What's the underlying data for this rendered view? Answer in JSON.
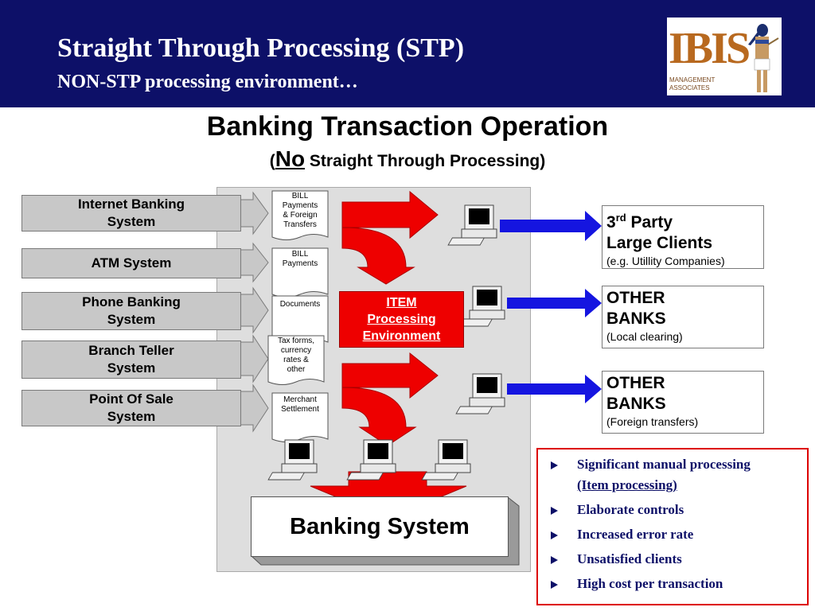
{
  "header": {
    "title": "Straight Through Processing (STP)",
    "subtitle": "NON-STP processing environment…",
    "logo": {
      "text": "IBIS",
      "line1": "MANAGEMENT",
      "line2": "ASSOCIATES"
    }
  },
  "diagram": {
    "title": "Banking Transaction Operation",
    "subtitle_open": "(",
    "subtitle_no": "No",
    "subtitle_rest": " Straight Through Processing)",
    "sources": [
      {
        "line1": "Internet Banking",
        "line2": "System"
      },
      {
        "line1": "ATM System",
        "line2": ""
      },
      {
        "line1": "Phone Banking",
        "line2": "System"
      },
      {
        "line1": "Branch Teller",
        "line2": "System"
      },
      {
        "line1": "Point Of Sale",
        "line2": "System"
      }
    ],
    "documents": [
      [
        "BILL",
        "Payments",
        "& Foreign",
        "Transfers"
      ],
      [
        "BILL",
        "Payments"
      ],
      [
        "Documents"
      ],
      [
        "Tax forms,",
        "currency",
        "rates &",
        "other"
      ],
      [
        "Merchant",
        "Settlement"
      ]
    ],
    "item_processing": {
      "line1": "ITEM",
      "line2": "Processing",
      "line3": "Environment"
    },
    "banking_system": "Banking System",
    "destinations": [
      {
        "pre": "3",
        "sup": "rd",
        "post": " Party",
        "line2": "Large Clients",
        "note": "(e.g. Utillity Companies)"
      },
      {
        "pre": "OTHER",
        "sup": "",
        "post": "",
        "line2": "BANKS",
        "note": "(Local clearing)"
      },
      {
        "pre": "OTHER",
        "sup": "",
        "post": "",
        "line2": "BANKS",
        "note": "(Foreign transfers)"
      }
    ]
  },
  "notes": {
    "items": [
      {
        "line1": "Significant manual processing",
        "line2": "(Item processing)"
      },
      {
        "line1": "Elaborate  controls"
      },
      {
        "line1": "Increased error rate"
      },
      {
        "line1": "Unsatisfied clients"
      },
      {
        "line1": "High cost per transaction"
      }
    ]
  },
  "colors": {
    "header_bg": "#0d1068",
    "red": "#ee0000",
    "blue_arrow": "#1515e0",
    "gray_box": "#c8c8c8",
    "note_text": "#0d1068"
  }
}
